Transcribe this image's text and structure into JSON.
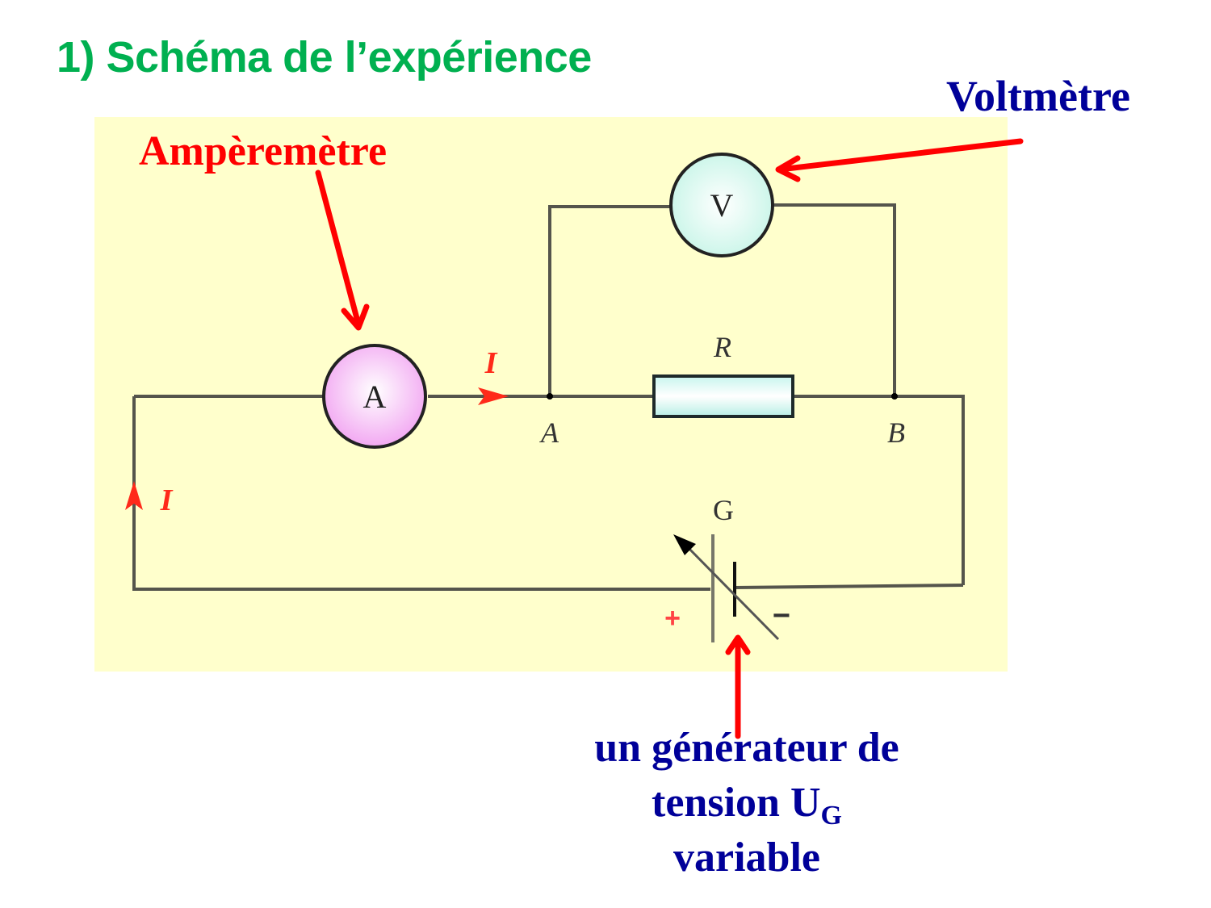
{
  "slide": {
    "title": "1) Schéma de l’expérience",
    "labels": {
      "voltmetre": "Voltmètre",
      "amperemetre": "Ampèremètre",
      "generator_line1": "un générateur de",
      "generator_line2_main": "tension U",
      "generator_line2_sub": "G",
      "generator_line3": "variable"
    }
  },
  "circuit": {
    "ammeter_symbol": "A",
    "voltmeter_symbol": "V",
    "resistor_label": "R",
    "node_a": "A",
    "node_b": "B",
    "current_label_top": "I",
    "current_label_left": "I",
    "generator_label": "G",
    "plus_sign": "+",
    "minus_sign": "−",
    "colors": {
      "panel_background": "#ffffcc",
      "wire": "#5a5a50",
      "annotation_arrow": "#ff0000",
      "ammeter_fill": "#f6b8f6",
      "voltmeter_fill": "#dffaf2",
      "resistor_fill": "#e6fbf8",
      "title_green": "#00b050",
      "label_blue": "#000099",
      "label_red": "#ff0000"
    }
  }
}
